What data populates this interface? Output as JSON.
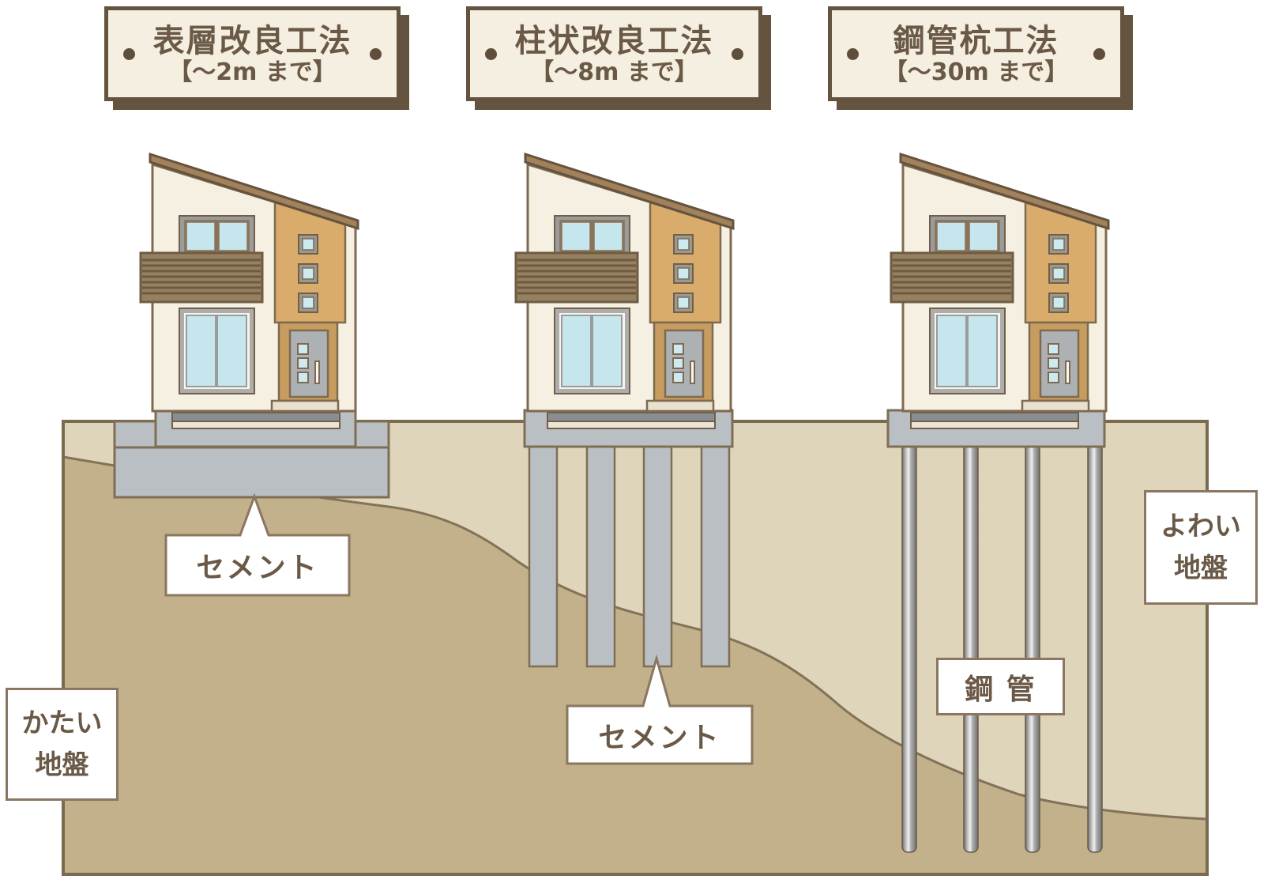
{
  "diagram": {
    "title_plates": [
      {
        "name": "表層改良工法",
        "depth": "【〜2m まで】"
      },
      {
        "name": "柱状改良工法",
        "depth": "【〜8m まで】"
      },
      {
        "name": "鋼管杭工法",
        "depth": "【〜30m まで】"
      }
    ],
    "callouts": {
      "cement_1": "セメント",
      "cement_2": "セメント",
      "steel_pipe": "鋼 管"
    },
    "ground_labels": {
      "hard": {
        "line1": "かたい",
        "line2": "地盤"
      },
      "weak": {
        "line1": "よわい",
        "line2": "地盤"
      }
    },
    "palette": {
      "text_brown": "#6b5947",
      "panel_border": "#64533f",
      "panel_bg": "#f5efe1",
      "label_border": "#8a7661",
      "outline_brown": "#7d6a50",
      "ground_weak": "#ded5bb",
      "ground_hard": "#c2b18b",
      "ground_line": "#837257",
      "cement_gray": "#babfc3",
      "steel_gray": "#9a9a9a",
      "roof_brown": "#a3815a",
      "wall_cream": "#f6f0e2",
      "accent_tan": "#d9ac6c",
      "door_tan": "#c79c5f",
      "window_blue": "#c5e6ec",
      "balcony_brown": "#96805f"
    }
  }
}
